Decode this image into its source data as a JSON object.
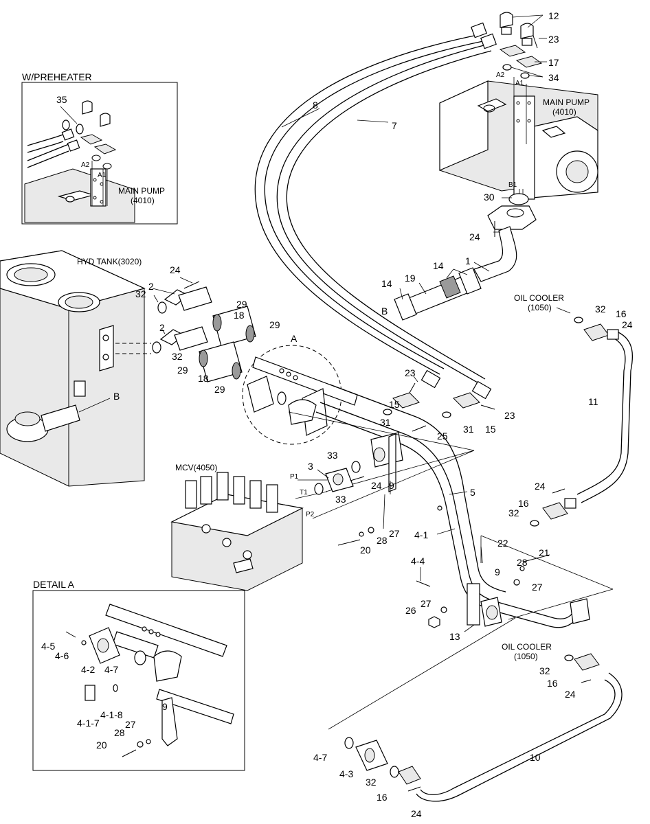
{
  "insets": {
    "preheater_title": "W/PREHEATER",
    "detail_title": "DETAIL A"
  },
  "components": {
    "hyd_tank": "HYD TANK(3020)",
    "mcv": "MCV(4050)",
    "main_pump_l1": "MAIN PUMP",
    "main_pump_l2": "(4010)",
    "oil_cooler_l1": "OIL COOLER",
    "oil_cooler_l2": "(1050)",
    "detail_ref": "A",
    "suction_ref": "B"
  },
  "ports": {
    "a1": "A1",
    "a2": "A2",
    "b1": "B1",
    "p1": "P1",
    "p2": "P2",
    "t1": "T1"
  },
  "callouts": {
    "c1": "1",
    "c2": "2",
    "c3": "3",
    "c4_1": "4-1",
    "c4_1_7": "4-1-7",
    "c4_1_8": "4-1-8",
    "c4_2": "4-2",
    "c4_3": "4-3",
    "c4_4": "4-4",
    "c4_5": "4-5",
    "c4_6": "4-6",
    "c4_7": "4-7",
    "c5": "5",
    "c7": "7",
    "c8": "8",
    "c9": "9",
    "c10": "10",
    "c11": "11",
    "c12": "12",
    "c13": "13",
    "c14": "14",
    "c15": "15",
    "c16": "16",
    "c17": "17",
    "c18": "18",
    "c19": "19",
    "c20": "20",
    "c21": "21",
    "c22": "22",
    "c23": "23",
    "c24": "24",
    "c25": "25",
    "c26": "26",
    "c27": "27",
    "c28": "28",
    "c29": "29",
    "c30": "30",
    "c31": "31",
    "c32": "32",
    "c33": "33",
    "c34": "34",
    "c35": "35"
  }
}
